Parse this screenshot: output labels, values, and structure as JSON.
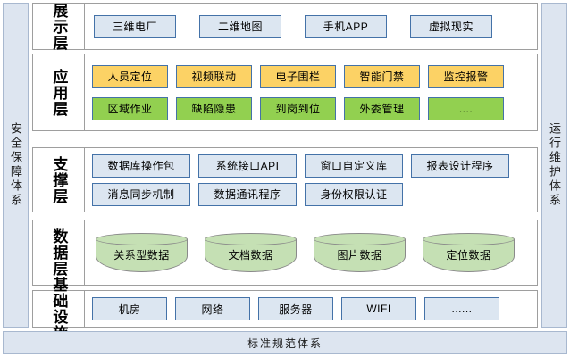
{
  "bands": {
    "left": "安全保障体系",
    "right": "运行维护体系"
  },
  "bottom_bar": {
    "label": "标准规范体系"
  },
  "colors": {
    "band_fill": "#dde5f0",
    "band_border": "#a8b8cf",
    "panel_border": "#9e9e9e",
    "node_blue_fill": "#dce6f1",
    "node_orange_fill": "#fcd265",
    "node_green_fill": "#92d050",
    "node_border": "#4472a8",
    "cylinder_fill": "#c5e0b4",
    "cylinder_border": "#8a8a8a"
  },
  "layers": [
    {
      "key": "presentation",
      "label": "展示层",
      "rows": [
        {
          "style": "blue",
          "items": [
            {
              "label": "三维电厂"
            },
            {
              "label": "二维地图"
            },
            {
              "label": "手机APP"
            },
            {
              "label": "虚拟现实"
            }
          ]
        }
      ]
    },
    {
      "key": "application",
      "label": "应用层",
      "rows": [
        {
          "style": "orange",
          "items": [
            {
              "label": "人员定位"
            },
            {
              "label": "视频联动"
            },
            {
              "label": "电子围栏"
            },
            {
              "label": "智能门禁"
            },
            {
              "label": "监控报警"
            }
          ]
        },
        {
          "style": "green",
          "items": [
            {
              "label": "区域作业"
            },
            {
              "label": "缺陷隐患"
            },
            {
              "label": "到岗到位"
            },
            {
              "label": "外委管理"
            },
            {
              "label": "...."
            }
          ]
        }
      ]
    },
    {
      "key": "support",
      "label": "支撑层",
      "rows": [
        {
          "style": "blue",
          "items": [
            {
              "label": "数据库操作包"
            },
            {
              "label": "系统接口API"
            },
            {
              "label": "窗口自定义库"
            },
            {
              "label": "报表设计程序"
            }
          ]
        },
        {
          "style": "blue",
          "items": [
            {
              "label": "消息同步机制"
            },
            {
              "label": "数据通讯程序"
            },
            {
              "label": "身份权限认证"
            }
          ]
        }
      ]
    },
    {
      "key": "data",
      "label": "数据层",
      "rows": [
        {
          "style": "cylinder",
          "items": [
            {
              "label": "关系型数据"
            },
            {
              "label": "文档数据"
            },
            {
              "label": "图片数据"
            },
            {
              "label": "定位数据"
            }
          ]
        }
      ]
    },
    {
      "key": "infrastructure",
      "label": "基础设施",
      "rows": [
        {
          "style": "blue",
          "items": [
            {
              "label": "机房"
            },
            {
              "label": "网络"
            },
            {
              "label": "服务器"
            },
            {
              "label": "WIFI"
            },
            {
              "label": "......"
            }
          ]
        }
      ]
    }
  ]
}
